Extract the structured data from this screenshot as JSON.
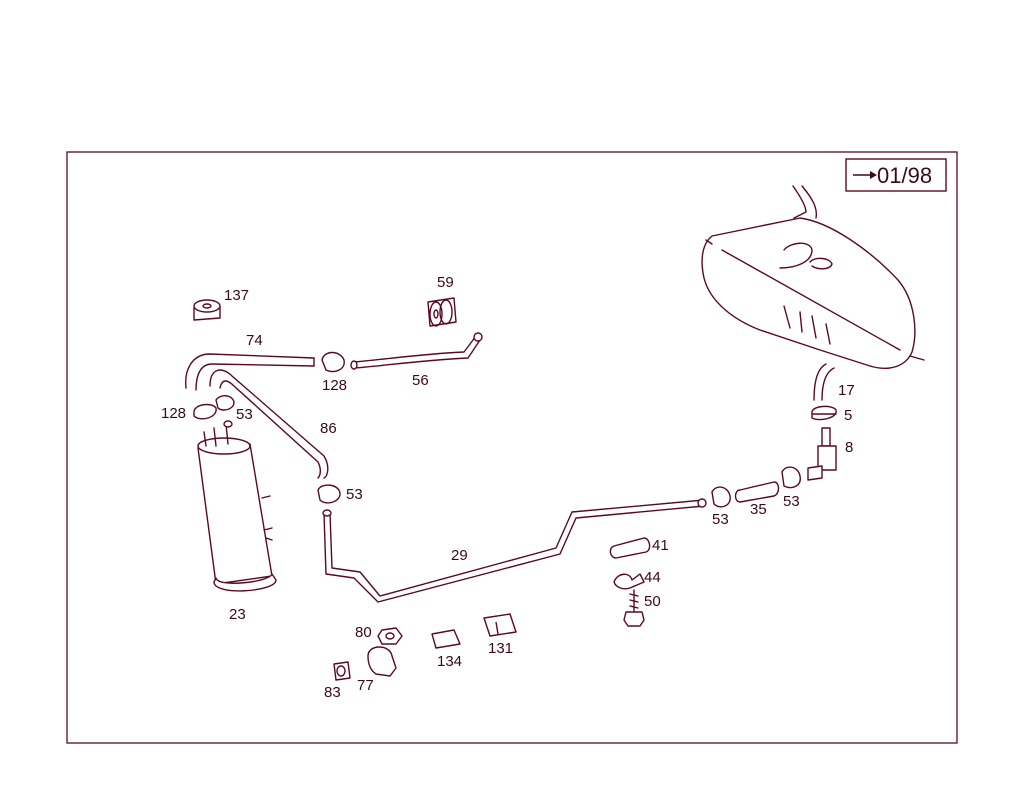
{
  "revision_badge": {
    "arrow_glyph": "→",
    "text": "01/98"
  },
  "callouts": {
    "p137": "137",
    "p74": "74",
    "p59": "59",
    "p128a": "128",
    "p56": "56",
    "p128b": "128",
    "p53a": "53",
    "p86": "86",
    "p53b": "53",
    "p23": "23",
    "p29": "29",
    "p17": "17",
    "p5": "5",
    "p8": "8",
    "p53c": "53",
    "p35": "35",
    "p53d": "53",
    "p41": "41",
    "p44": "44",
    "p50": "50",
    "p80": "80",
    "p134": "134",
    "p131": "131",
    "p83": "83",
    "p77": "77"
  },
  "colors": {
    "line": "#5a0a1e",
    "text": "#3a0a16",
    "background": "#ffffff"
  }
}
